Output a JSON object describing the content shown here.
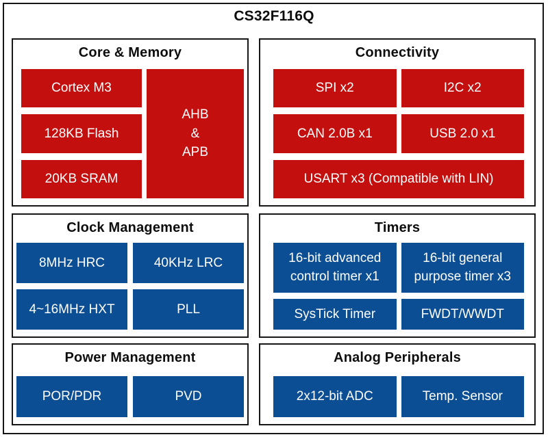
{
  "page": {
    "title": "CS32F116Q"
  },
  "colors": {
    "red": "#c40f0f",
    "blue": "#0b4e94",
    "border": "#161616"
  },
  "sections": {
    "core_memory": {
      "title": "Core & Memory",
      "blocks": {
        "cortex": "Cortex M3",
        "flash": "128KB Flash",
        "sram": "20KB SRAM",
        "bus": "AHB\n&\nAPB"
      }
    },
    "connectivity": {
      "title": "Connectivity",
      "blocks": {
        "spi": "SPI x2",
        "i2c": "I2C x2",
        "can": "CAN 2.0B x1",
        "usb": "USB 2.0 x1",
        "usart": "USART x3 (Compatible with LIN)"
      }
    },
    "clock_management": {
      "title": "Clock Management",
      "blocks": {
        "hrc": "8MHz HRC",
        "lrc": "40KHz LRC",
        "hxt": "4~16MHz HXT",
        "pll": "PLL"
      }
    },
    "timers": {
      "title": "Timers",
      "blocks": {
        "advanced": "16-bit advanced\ncontrol timer x1",
        "general": "16-bit general\npurpose timer x3",
        "systick": "SysTick Timer",
        "watchdog": "FWDT/WWDT"
      }
    },
    "power_management": {
      "title": "Power Management",
      "blocks": {
        "por": "POR/PDR",
        "pvd": "PVD"
      }
    },
    "analog_peripherals": {
      "title": "Analog Peripherals",
      "blocks": {
        "adc": "2x12-bit ADC",
        "temp": "Temp. Sensor"
      }
    }
  }
}
